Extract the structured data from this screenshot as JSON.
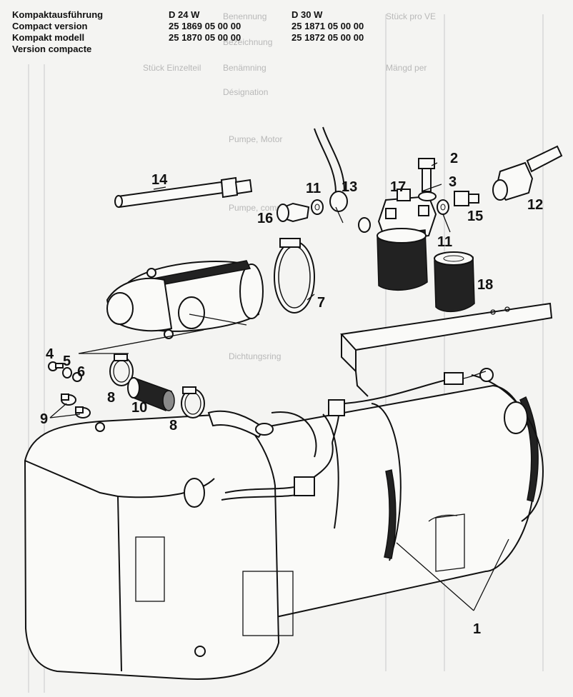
{
  "header": {
    "titles": [
      "Kompaktausführung",
      "Compact version",
      "Kompakt modell",
      "Version compacte"
    ],
    "col_d24": {
      "model": "D 24 W",
      "numbers": [
        "25 1869 05 00 00",
        "25 1870 05 00 00"
      ]
    },
    "col_d30": {
      "model": "D 30 W",
      "numbers": [
        "25 1871 05 00 00",
        "25 1872 05 00 00"
      ]
    }
  },
  "callouts": [
    "1",
    "2",
    "3",
    "4",
    "5",
    "6",
    "7",
    "8",
    "8",
    "9",
    "10",
    "11",
    "11",
    "12",
    "13",
    "14",
    "15",
    "16",
    "17",
    "18"
  ],
  "colors": {
    "ink": "#111111",
    "paper": "#f4f4f2",
    "ghost": "#b8b8b8"
  }
}
